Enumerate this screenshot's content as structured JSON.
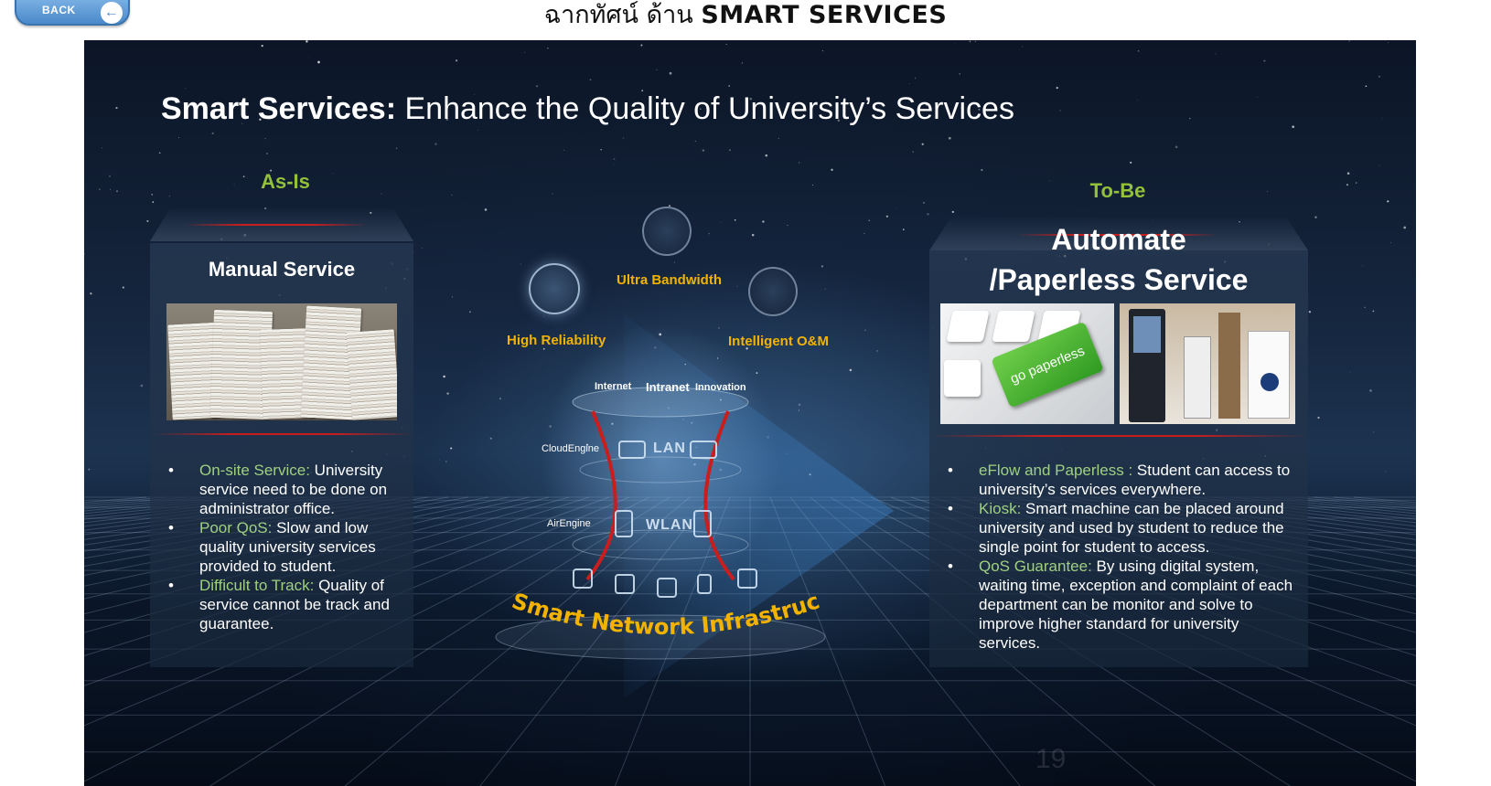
{
  "header": {
    "back_label": "BACK",
    "heading_thai": "ฉากทัศน์ ด้าน ",
    "heading_strong": "SMART SERVICES"
  },
  "slide": {
    "title_bold": "Smart Services:",
    "title_rest": " Enhance the Quality of University’s Services",
    "page_number": "19"
  },
  "as_is": {
    "label": "As-Is",
    "card_title": "Manual Service",
    "bullets": [
      {
        "term": "On-site Service:",
        "text": " University service need to be done on administrator office."
      },
      {
        "term": "Poor QoS:",
        "text": " Slow and low quality university services provided to student."
      },
      {
        "term": "Difficult to Track:",
        "text": " Quality of service cannot be track and guarantee."
      }
    ]
  },
  "center": {
    "features": {
      "ultra": "Ultra Bandwidth",
      "reliability": "High Reliability",
      "intelligent": "Intelligent O&M"
    },
    "clouds": {
      "internet": "Internet",
      "intranet": "Intranet",
      "innovation": "Innovation"
    },
    "cloudengine": "CloudEngine",
    "lan": "LAN",
    "airengine": "AirEngine",
    "wlan": "WLAN",
    "infra_title": "Smart Network Infrastructure"
  },
  "to_be": {
    "label": "To-Be",
    "card_title_line1": "Automate",
    "card_title_line2": "/Paperless Service",
    "key_label": "go paperless",
    "bullets": [
      {
        "term": "eFlow and Paperless :",
        "text": " Student can access to university’s services everywhere."
      },
      {
        "term": "Kiosk:",
        "text": " Smart machine can be placed around university and used by student to reduce the single point for student to access."
      },
      {
        "term": "QoS Guarantee:",
        "text": " By using digital system, waiting time, exception and complaint of each department can be monitor and solve to improve higher standard for university services."
      }
    ]
  },
  "colors": {
    "accent_green": "#93c13b",
    "accent_yellow": "#f2b300",
    "accent_red": "#c81e1e"
  }
}
